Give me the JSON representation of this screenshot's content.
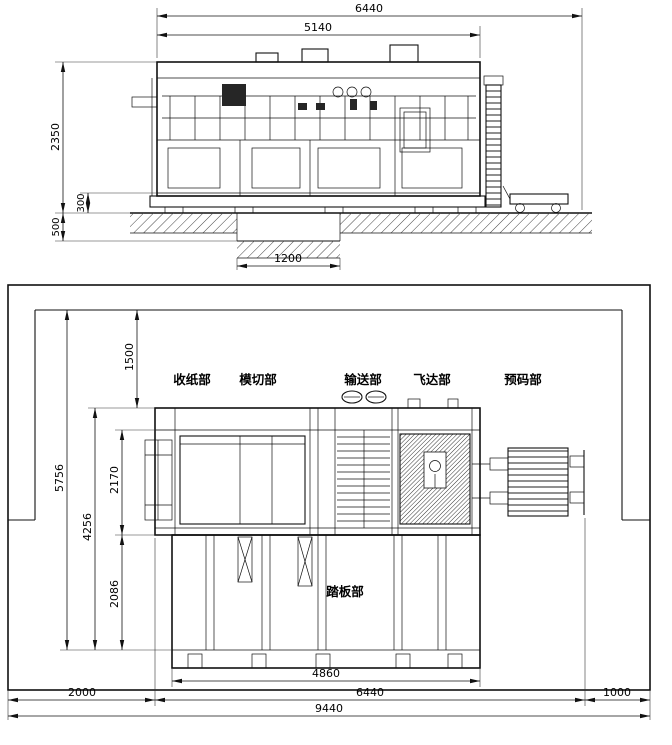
{
  "colors": {
    "line": "#111111",
    "background": "#ffffff"
  },
  "elevation": {
    "dim_total_length": "6440",
    "dim_body_length": "5140",
    "dim_height": "2350",
    "dim_base_height": "300",
    "dim_pit_depth": "500",
    "dim_pit_width": "1200"
  },
  "plan": {
    "labels": {
      "delivery": "收纸部",
      "die_cut": "模切部",
      "conveyor": "输送部",
      "feeder": "飞达部",
      "prestack": "预码部",
      "platform": "踏板部"
    },
    "dims": {
      "front_clearance": "1500",
      "overall_width": "5756",
      "machine_width": "2170",
      "machine_platform_width": "4256",
      "platform_width": "2086",
      "platform_length": "4860",
      "machine_length": "6440",
      "left_clearance": "2000",
      "right_clearance": "1000",
      "overall_length": "9440"
    }
  }
}
